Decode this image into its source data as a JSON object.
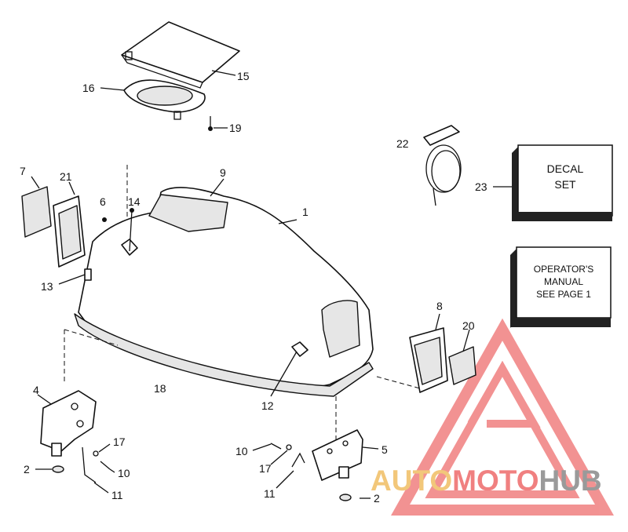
{
  "callouts": {
    "c1": "1",
    "c2a": "2",
    "c2b": "2",
    "c4": "4",
    "c5": "5",
    "c6": "6",
    "c7": "7",
    "c8": "8",
    "c9": "9",
    "c10a": "10",
    "c10b": "10",
    "c11a": "11",
    "c11b": "11",
    "c12": "12",
    "c13": "13",
    "c14": "14",
    "c15": "15",
    "c16": "16",
    "c17a": "17",
    "c17b": "17",
    "c18": "18",
    "c19": "19",
    "c20": "20",
    "c21": "21",
    "c22": "22",
    "c23": "23"
  },
  "decal_box": {
    "line1": "DECAL",
    "line2": "SET"
  },
  "manual_box": {
    "line1": "OPERATOR'S",
    "line2": "MANUAL",
    "line3": "SEE PAGE 1"
  },
  "watermark": {
    "part1": "AUTO",
    "part2": "MOTO",
    "part3": "HUB",
    "color_gold": "#f2c77a",
    "color_red": "#f08080",
    "color_gray": "#9a9a9a"
  }
}
